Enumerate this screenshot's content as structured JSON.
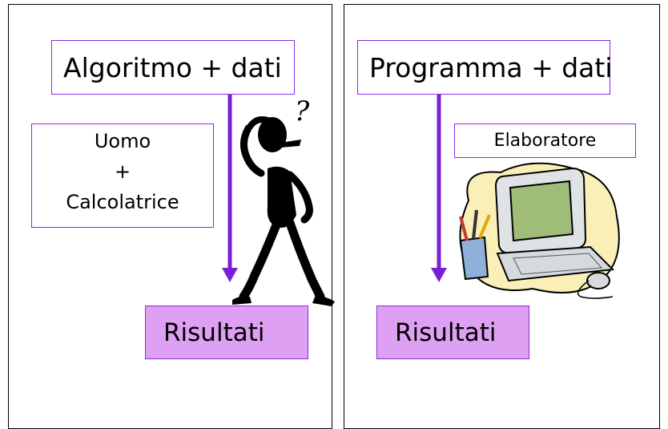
{
  "left": {
    "title": "Algoritmo + dati",
    "agent_lines": [
      "Uomo",
      "+",
      "Calcolatrice"
    ],
    "result": "Risultati",
    "clipart": "thinking-man"
  },
  "right": {
    "title": "Programma + dati",
    "agent": "Elaboratore",
    "result": "Risultati",
    "clipart": "computer"
  },
  "colors": {
    "border": "#8a2be2",
    "arrow": "#7b1fd6",
    "result_fill": "#dda0f2",
    "blob": "#fbefb8",
    "monitor_screen": "#9fbc78"
  }
}
